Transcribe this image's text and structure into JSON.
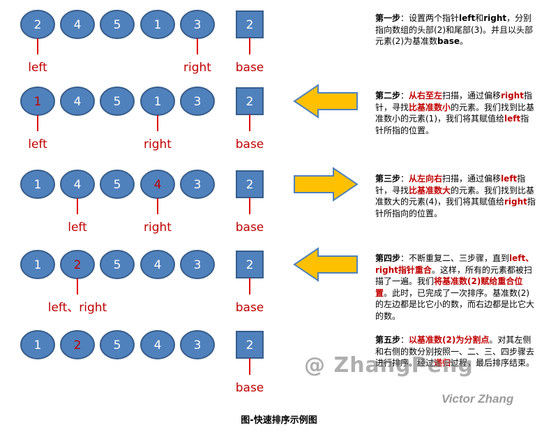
{
  "rows": [
    {
      "nodes": [
        {
          "value": "2",
          "highlight": false
        },
        {
          "value": "4",
          "highlight": false
        },
        {
          "value": "5",
          "highlight": false
        },
        {
          "value": "1",
          "highlight": false
        },
        {
          "value": "3",
          "highlight": false
        }
      ],
      "base": "2",
      "base_label": "base",
      "pointers": [
        {
          "label": "left",
          "node": 0
        },
        {
          "label": "right",
          "node": 4
        }
      ],
      "arrow": "none",
      "description": [
        {
          "text": "第一步",
          "style": "b"
        },
        {
          "text": "：设置两个指针",
          "style": ""
        },
        {
          "text": "left",
          "style": "b"
        },
        {
          "text": "和",
          "style": ""
        },
        {
          "text": "right",
          "style": "b"
        },
        {
          "text": "，分别指向数组的头部(2)和尾部(3)。并且以头部元素(2)为基准数",
          "style": ""
        },
        {
          "text": "base",
          "style": "b"
        },
        {
          "text": "。",
          "style": ""
        }
      ]
    },
    {
      "nodes": [
        {
          "value": "1",
          "highlight": true
        },
        {
          "value": "4",
          "highlight": false
        },
        {
          "value": "5",
          "highlight": false
        },
        {
          "value": "1",
          "highlight": false
        },
        {
          "value": "3",
          "highlight": false
        }
      ],
      "base": "2",
      "base_label": "base",
      "pointers": [
        {
          "label": "left",
          "node": 0
        },
        {
          "label": "right",
          "node": 3
        }
      ],
      "arrow": "left",
      "description": [
        {
          "text": "第二步",
          "style": "b"
        },
        {
          "text": "：",
          "style": ""
        },
        {
          "text": "从右至左",
          "style": "hl"
        },
        {
          "text": "扫描，通过偏移",
          "style": ""
        },
        {
          "text": "right",
          "style": "hl"
        },
        {
          "text": "指针，寻找",
          "style": ""
        },
        {
          "text": "比基准数小",
          "style": "hl"
        },
        {
          "text": "的元素。我们找到比基准数小的元素(1)，我们将其赋值给",
          "style": ""
        },
        {
          "text": "left",
          "style": "hl"
        },
        {
          "text": "指针所指的位置。",
          "style": ""
        }
      ]
    },
    {
      "nodes": [
        {
          "value": "1",
          "highlight": false
        },
        {
          "value": "4",
          "highlight": false
        },
        {
          "value": "5",
          "highlight": false
        },
        {
          "value": "4",
          "highlight": true
        },
        {
          "value": "3",
          "highlight": false
        }
      ],
      "base": "2",
      "base_label": "base",
      "pointers": [
        {
          "label": "left",
          "node": 1
        },
        {
          "label": "right",
          "node": 3
        }
      ],
      "arrow": "right",
      "description": [
        {
          "text": "第三步",
          "style": "b"
        },
        {
          "text": "：",
          "style": ""
        },
        {
          "text": "从左向右",
          "style": "hl"
        },
        {
          "text": "扫描，通过偏移",
          "style": ""
        },
        {
          "text": "left",
          "style": "hl"
        },
        {
          "text": "指针，寻找",
          "style": ""
        },
        {
          "text": "比基准数大",
          "style": "hl"
        },
        {
          "text": "的元素。我们找到比基准数大的元素(4)，我们将其赋值给",
          "style": ""
        },
        {
          "text": "right",
          "style": "hl"
        },
        {
          "text": "指针所指向的位置。",
          "style": ""
        }
      ]
    },
    {
      "nodes": [
        {
          "value": "1",
          "highlight": false
        },
        {
          "value": "2",
          "highlight": true
        },
        {
          "value": "5",
          "highlight": false
        },
        {
          "value": "4",
          "highlight": false
        },
        {
          "value": "3",
          "highlight": false
        }
      ],
      "base": "2",
      "base_label": "base",
      "pointers": [
        {
          "label": "left、right",
          "node": 1
        }
      ],
      "arrow": "left",
      "description": [
        {
          "text": "第四步",
          "style": "b"
        },
        {
          "text": "：不断重复二、三步骤，直到",
          "style": ""
        },
        {
          "text": "left、right指针重合",
          "style": "hl"
        },
        {
          "text": "。这样，所有的元素都被扫描了一遍。我们",
          "style": ""
        },
        {
          "text": "将基准数(2)赋给重合位置",
          "style": "hl"
        },
        {
          "text": "。此时，已完成了一次排序。基准数(2)的左边都是比它小的数，而右边都是比它大的数。",
          "style": ""
        }
      ]
    },
    {
      "nodes": [
        {
          "value": "1",
          "highlight": false
        },
        {
          "value": "2",
          "highlight": true
        },
        {
          "value": "5",
          "highlight": false
        },
        {
          "value": "4",
          "highlight": false
        },
        {
          "value": "3",
          "highlight": false
        }
      ],
      "base": "2",
      "base_label": "base",
      "pointers": [],
      "arrow": "none",
      "description": [
        {
          "text": "第五步",
          "style": "b"
        },
        {
          "text": "：",
          "style": ""
        },
        {
          "text": "以基准数(2)为分割点",
          "style": "hl"
        },
        {
          "text": "。对其左侧和右侧的数分别按照一、二、三、四步骤去进行排序。经过",
          "style": ""
        },
        {
          "text": "递归",
          "style": "hl"
        },
        {
          "text": "过程，最后排序结束。",
          "style": ""
        }
      ]
    }
  ],
  "watermark_main": "@ ZhangPeng",
  "watermark_signature": "Victor Zhang",
  "caption": "图-快速排序示例图",
  "colors": {
    "node_fill": "#4f81bd",
    "node_stroke": "#385d8a",
    "highlight_text": "#c00000",
    "pointer_line": "#e00000",
    "arrow_fill": "#ffc000"
  }
}
